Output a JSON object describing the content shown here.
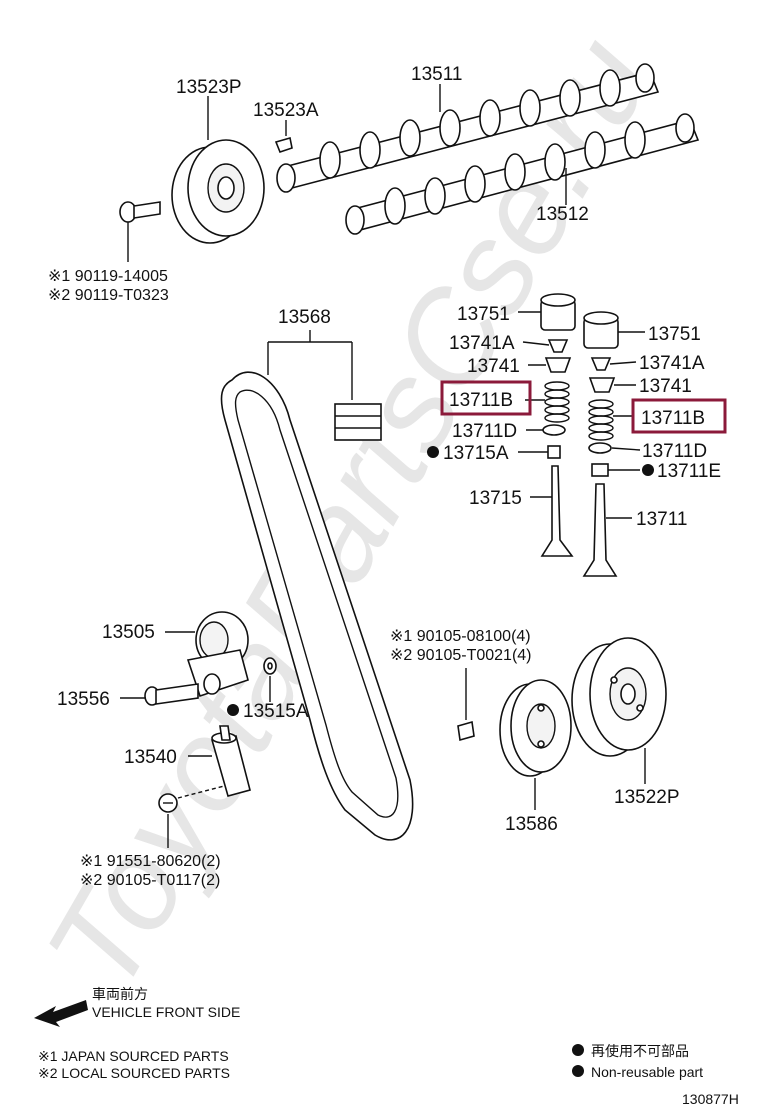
{
  "watermark": "ToyotaPartsCse.ru",
  "parts": {
    "p13523P": "13523P",
    "p13523A": "13523A",
    "p13511": "13511",
    "p13512": "13512",
    "p13568": "13568",
    "p13751_left": "13751",
    "p13751_right": "13751",
    "p13741A_left": "13741A",
    "p13741A_right": "13741A",
    "p13741_left": "13741",
    "p13741_right": "13741",
    "p13711B_left": "13711B",
    "p13711B_right": "13711B",
    "p13711D_left": "13711D",
    "p13711D_right": "13711D",
    "p13715A": "13715A",
    "p13711E": "13711E",
    "p13715": "13715",
    "p13711": "13711",
    "p13505": "13505",
    "p13556": "13556",
    "p13515A": "13515A",
    "p13540": "13540",
    "p13586": "13586",
    "p13522P": "13522P"
  },
  "bolt_codes": {
    "b1_line1": "※1 90119-14005",
    "b1_line2": "※2 90119-T0323",
    "b2_line1": "※1 90105-08100(4)",
    "b2_line2": "※2 90105-T0021(4)",
    "b3_line1": "※1 91551-80620(2)",
    "b3_line2": "※2 90105-T0117(2)"
  },
  "direction": {
    "jp": "車両前方",
    "en": "VEHICLE FRONT SIDE"
  },
  "legend": {
    "note1": "※1 JAPAN SOURCED PARTS",
    "note2": "※2 LOCAL SOURCED PARTS",
    "nonreuse_jp": "再使用不可部品",
    "nonreuse_en": "Non-reusable part"
  },
  "diagram_id": "130877H",
  "colors": {
    "highlight": "#8b1a3a",
    "line": "#111111",
    "watermark": "#e6e6e6"
  },
  "icons": [
    "bullet-icon",
    "arrow-left-icon"
  ]
}
